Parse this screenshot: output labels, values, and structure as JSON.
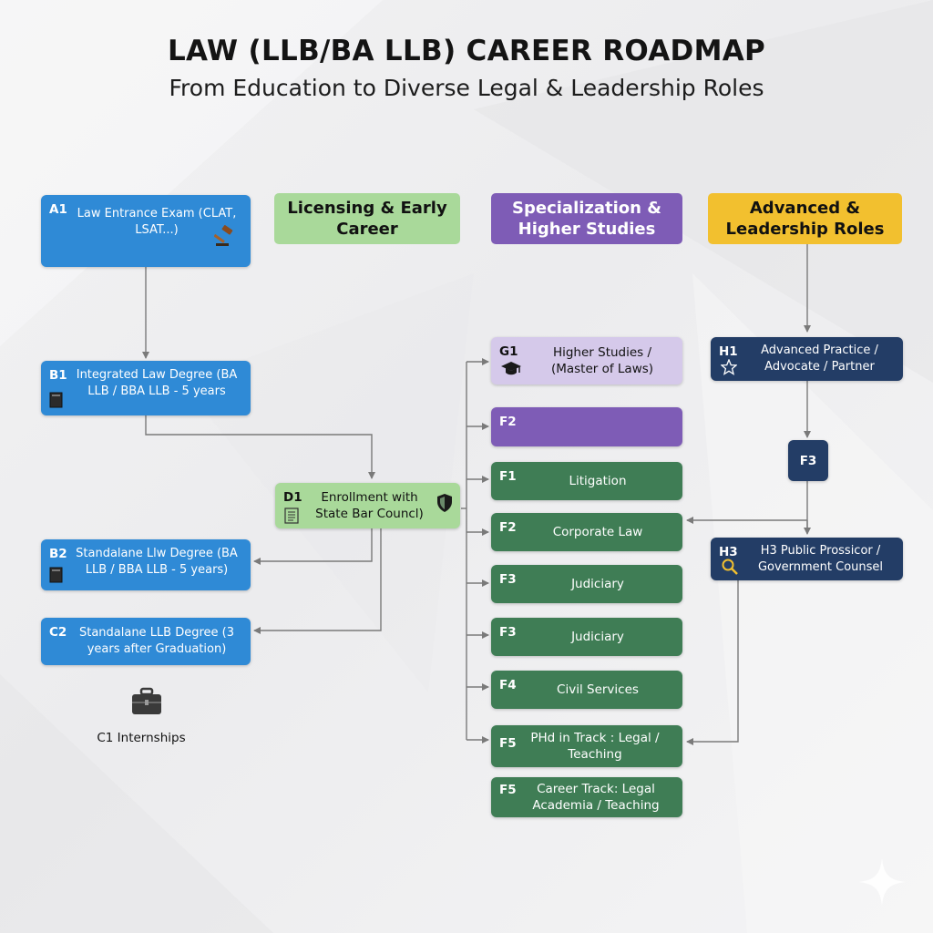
{
  "title": "LAW (LLB/BA LLB) CAREER ROADMAP",
  "subtitle": "From Education to Diverse Legal & Leadership Roles",
  "headers": {
    "licensing": "Licensing & Early Career",
    "specialization": "Specialization & Higher Studies",
    "advanced": "Advanced & Leadership Roles"
  },
  "nodes": {
    "a1": {
      "code": "A1",
      "label": "Law Entrance Exam (CLAT, LSAT...)",
      "icon": "gavel-icon"
    },
    "b1": {
      "code": "B1",
      "label": "Integrated Law Degree (BA LLB / BBA LLB - 5 years",
      "icon": "book-icon"
    },
    "b2": {
      "code": "B2",
      "label": "Standalane Llw Degree (BA LLB / BBA LLB - 5 years)",
      "icon": "book-icon"
    },
    "c2": {
      "code": "C2",
      "label": "Standalane LLB Degree (3 years after Graduation)"
    },
    "c1": {
      "label": "C1 Internships",
      "icon": "briefcase-icon"
    },
    "d1": {
      "code": "D1",
      "label": "Enrollment with State Bar Councl)",
      "icon": "shield-icon"
    },
    "g1": {
      "code": "G1",
      "label": "Higher Studies / (Master of Laws)",
      "icon": "graduation-cap-icon"
    },
    "f2a": {
      "code": "F2",
      "label": ""
    },
    "f1": {
      "code": "F1",
      "label": "Litigation"
    },
    "f2b": {
      "code": "F2",
      "label": "Corporate Law"
    },
    "f3a": {
      "code": "F3",
      "label": "Judiciary"
    },
    "f3b": {
      "code": "F3",
      "label": "Judiciary"
    },
    "f4": {
      "code": "F4",
      "label": "Civil Services"
    },
    "f5a": {
      "code": "F5",
      "label": "PHd in Track : Legal / Teaching"
    },
    "f5b": {
      "code": "F5",
      "label": "Career Track: Legal Academia / Teaching"
    },
    "h1": {
      "code": "H1",
      "label": "Advanced Practice / Advocate / Partner",
      "icon": "star-icon"
    },
    "f3c": {
      "code": "F3"
    },
    "h3": {
      "code": "H3",
      "label": "H3 Public Prossicor / Government Counsel",
      "icon": "magnifier-icon"
    }
  },
  "colors": {
    "blue": "#2f8ad6",
    "light_green": "#a9d99a",
    "dark_green": "#3f7d55",
    "purple": "#7e5cb6",
    "light_purple": "#d5c9ea",
    "navy": "#233d66",
    "gold": "#f2c02f",
    "connector": "#7a7a7a"
  }
}
